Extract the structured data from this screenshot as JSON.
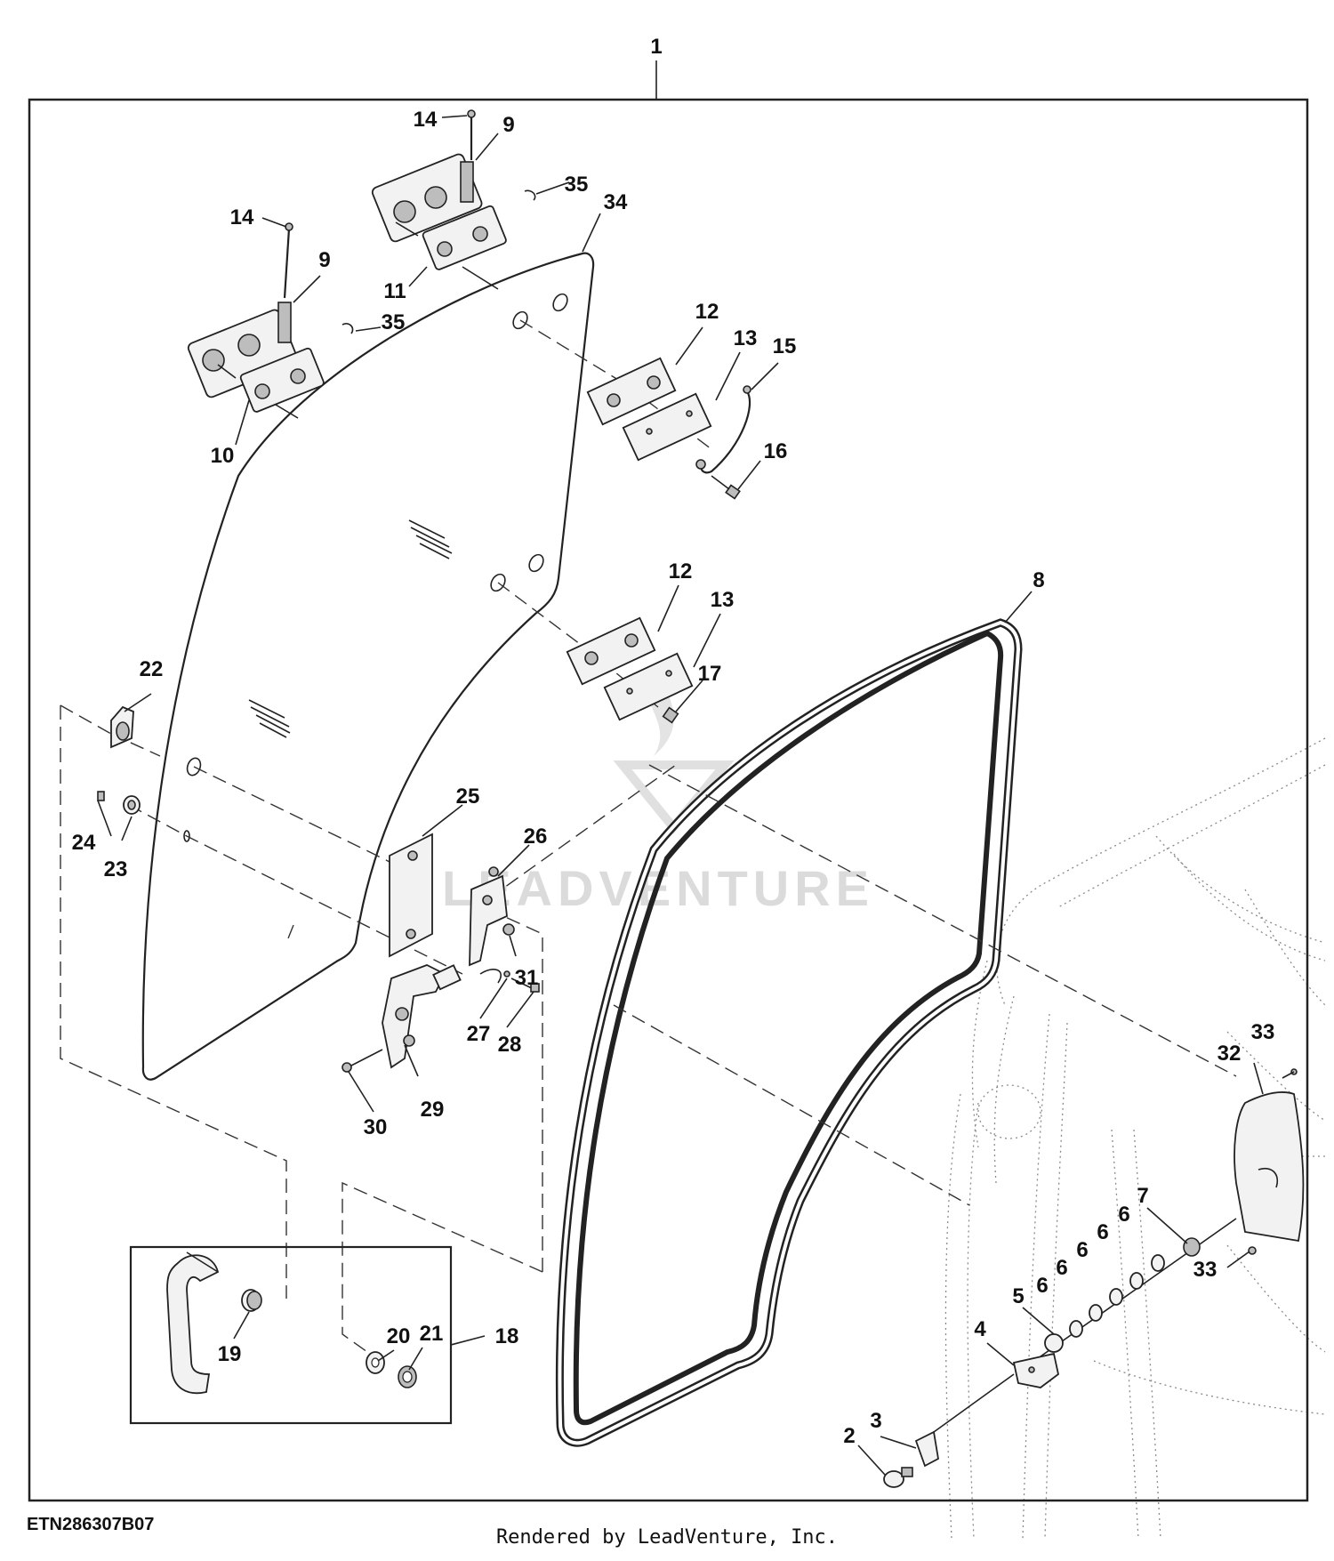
{
  "diagram": {
    "callouts": {
      "c1": "1",
      "c2": "2",
      "c3": "3",
      "c4": "4",
      "c5": "5",
      "c6": "6",
      "c7": "7",
      "c8": "8",
      "c9": "9",
      "c10": "10",
      "c11": "11",
      "c12": "12",
      "c13": "13",
      "c14": "14",
      "c15": "15",
      "c16": "16",
      "c17": "17",
      "c18": "18",
      "c19": "19",
      "c20": "20",
      "c21": "21",
      "c22": "22",
      "c23": "23",
      "c24": "24",
      "c25": "25",
      "c26": "26",
      "c27": "27",
      "c28": "28",
      "c29": "29",
      "c30": "30",
      "c31": "31",
      "c32": "32",
      "c33": "33",
      "c34": "34",
      "c35": "35"
    },
    "watermark": "LEADVENTURE",
    "diagram_code": "ETN286307B07",
    "credit": "Rendered by LeadVenture, Inc."
  }
}
